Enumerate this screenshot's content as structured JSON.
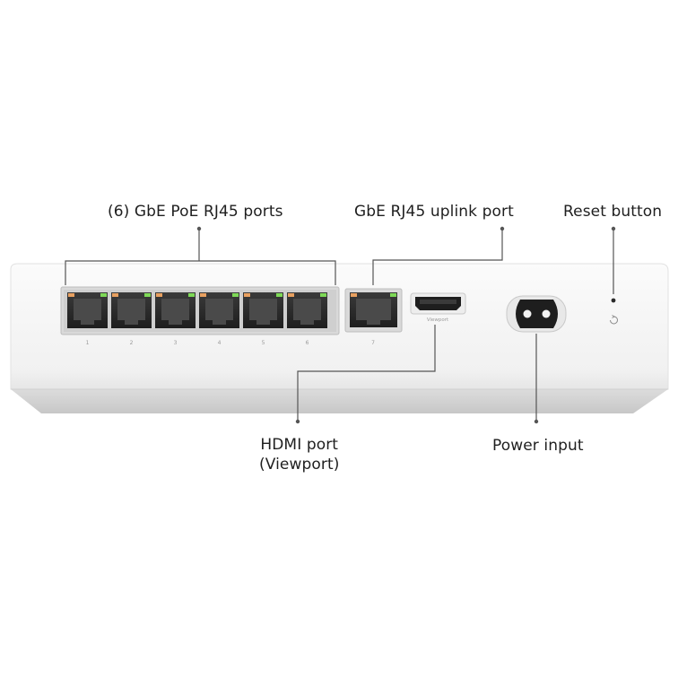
{
  "callouts": {
    "poe_ports": "(6) GbE PoE RJ45 ports",
    "uplink_port": "GbE RJ45 uplink port",
    "reset_button": "Reset button",
    "hdmi_port_line1": "HDMI port",
    "hdmi_port_line2": "(Viewport)",
    "power_input": "Power input"
  },
  "device": {
    "port_numbers": [
      "1",
      "2",
      "3",
      "4",
      "5",
      "6"
    ],
    "uplink_number": "7",
    "hdmi_label": "Viewport"
  },
  "colors": {
    "device_body": "#f4f4f4",
    "device_shadow": "#cfcfcf",
    "port_jack": "#2b2b2b",
    "led_green": "#7ed957",
    "led_orange": "#e8a060",
    "leader_line": "#555555"
  }
}
